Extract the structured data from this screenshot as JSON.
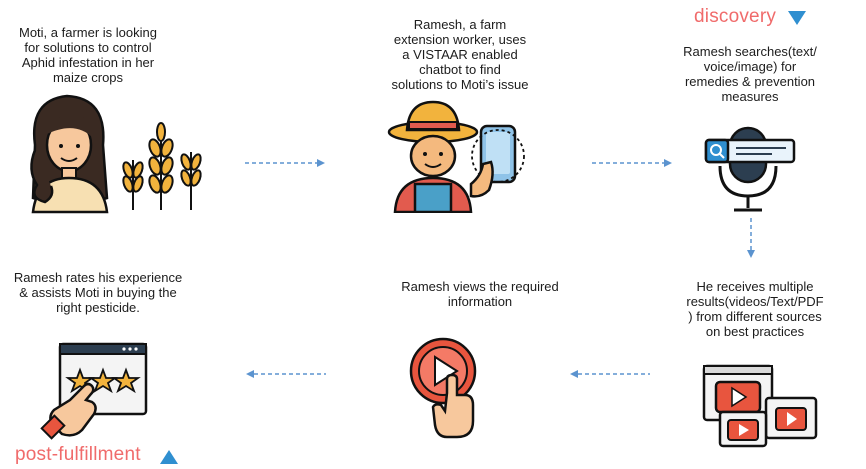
{
  "steps": [
    {
      "text": "Moti, a farmer is looking\nfor solutions to control\nAphid infestation in her\nmaize crops",
      "icon": "farmer-woman-icon"
    },
    {
      "text": "Ramesh, a farm\nextension worker, uses\na VISTAAR enabled\nchatbot to find\nsolutions to Moti’s issue",
      "icon": "farmer-phone-icon"
    },
    {
      "text": "Ramesh searches(text/\nvoice/image) for\nremedies & prevention\nmeasures",
      "icon": "search-microphone-icon"
    },
    {
      "text": "He receives multiple\nresults(videos/Text/PDF\n) from different sources\non best practices",
      "icon": "video-windows-icon"
    },
    {
      "text": "Ramesh views the required\ninformation",
      "icon": "play-button-tap-icon"
    },
    {
      "text": "Ramesh rates his experience\n& assists Moti in buying the\nright pesticide.",
      "icon": "rating-stars-icon"
    }
  ],
  "stages": {
    "discovery": "discovery",
    "post_fulfillment": "post-fulfillment"
  },
  "colors": {
    "stage_label": "#f06b6b",
    "stage_marker": "#2f8fd0",
    "arrow": "#5b93cf"
  }
}
